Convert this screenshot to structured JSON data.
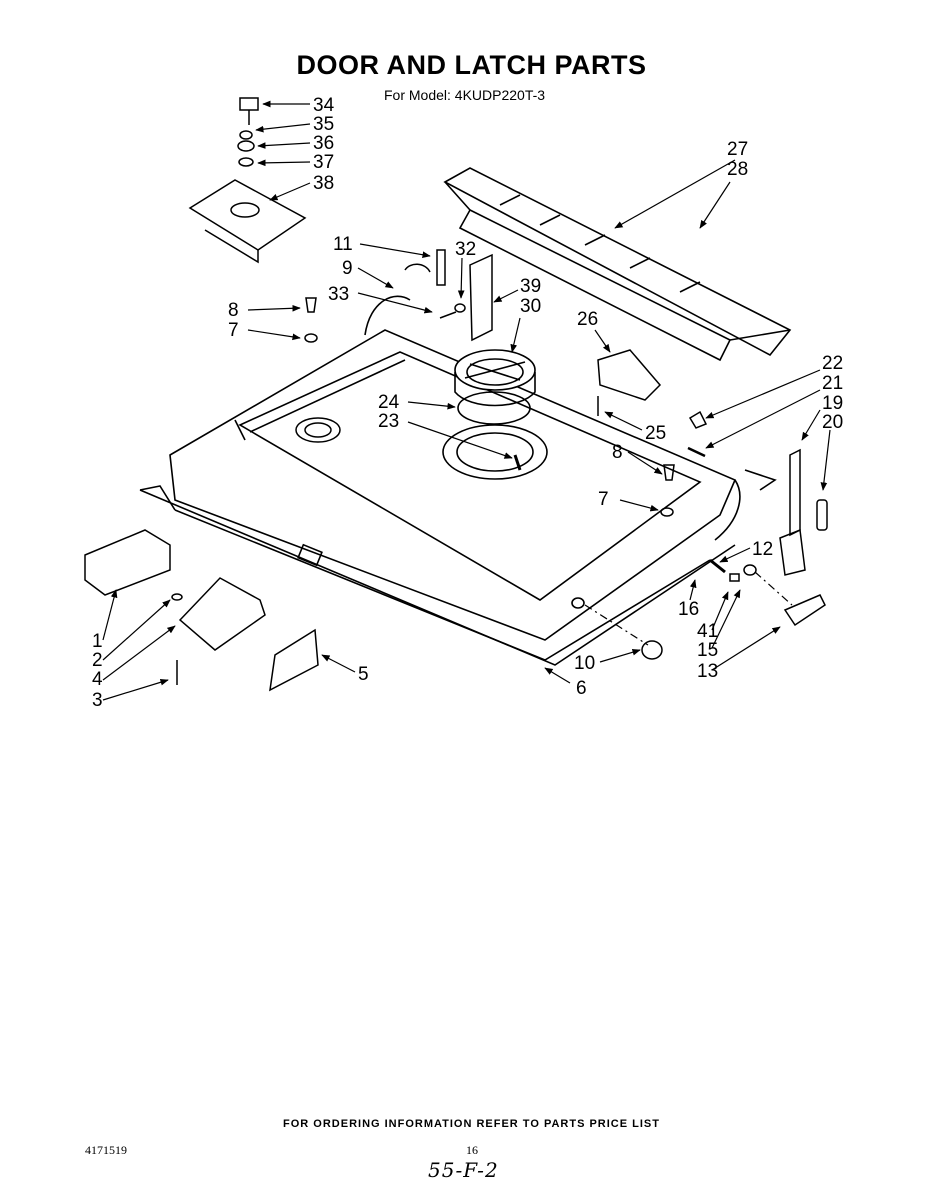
{
  "header": {
    "title": "DOOR AND LATCH PARTS",
    "model_line": "For Model: 4KUDP220T-3"
  },
  "diagram": {
    "callouts": [
      "34",
      "35",
      "36",
      "37",
      "38",
      "27",
      "28",
      "11",
      "32",
      "9",
      "39",
      "30",
      "33",
      "8",
      "7",
      "26",
      "22",
      "21",
      "19",
      "20",
      "24",
      "23",
      "25",
      "8",
      "7",
      "12",
      "1",
      "2",
      "4",
      "3",
      "5",
      "10",
      "6",
      "16",
      "41",
      "15",
      "13"
    ]
  },
  "footer": {
    "ordering_note": "FOR ORDERING INFORMATION REFER TO PARTS PRICE LIST",
    "doc_number": "4171519",
    "page_number": "16",
    "handwritten_ref": "55-F-2"
  }
}
